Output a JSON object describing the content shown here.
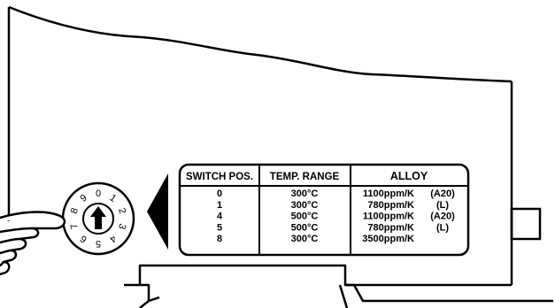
{
  "dial": {
    "digits": [
      "0",
      "1",
      "2",
      "3",
      "4",
      "5",
      "6",
      "7",
      "8",
      "9"
    ]
  },
  "table": {
    "headers": {
      "switch_pos": "SWITCH POS.",
      "temp_range": "TEMP. RANGE",
      "alloy": "ALLOY"
    },
    "rows": [
      {
        "pos": "0",
        "temp": "300°C",
        "alloy_value": "1100ppm/K",
        "alloy_code": "(A20)"
      },
      {
        "pos": "1",
        "temp": "300°C",
        "alloy_value": "780ppm/K",
        "alloy_code": "(L)"
      },
      {
        "pos": "4",
        "temp": "500°C",
        "alloy_value": "1100ppm/K",
        "alloy_code": "(A20)"
      },
      {
        "pos": "5",
        "temp": "500°C",
        "alloy_value": "780ppm/K",
        "alloy_code": "(L)"
      },
      {
        "pos": "8",
        "temp": "300°C",
        "alloy_value": "3500ppm/K",
        "alloy_code": ""
      }
    ]
  }
}
